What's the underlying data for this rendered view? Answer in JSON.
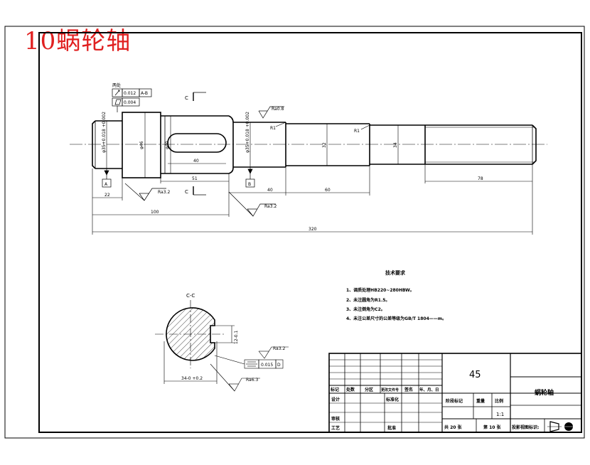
{
  "drawing_title": "10蜗轮轴",
  "tolerance_frames": [
    {
      "symbol": "circular-runout",
      "value": "0.012",
      "datum": "A-B"
    },
    {
      "symbol": "cylindricity",
      "value": "0.004",
      "datum": ""
    }
  ],
  "tolerance_heading": "两处",
  "section_markers": {
    "top": "C",
    "bottom": "C",
    "section_label": "C-C"
  },
  "datums": {
    "a": "A",
    "b": "B"
  },
  "roughness": {
    "r1": "Ra0.8",
    "r2": "Ra3.2",
    "r3": "Ra3.2",
    "r4": "Ra3.2",
    "r5": "Ra6.3"
  },
  "radii": {
    "r1": "R1",
    "r2": "R1"
  },
  "diameters": {
    "d1": "φ35+0.018 +0.002",
    "d2": "φ46",
    "d3": "φ40",
    "d4": "φ35+0.018 +0.002",
    "d5": "32",
    "d6": "34"
  },
  "lengths": {
    "key_len": "40",
    "l22": "22",
    "l51": "51",
    "l40": "40",
    "l60": "60",
    "l78": "78",
    "l100": "100",
    "l320": "320"
  },
  "section": {
    "key_depth": "12-0.1",
    "diameter": "34-0 +0.2",
    "symm_value": "0.015",
    "symm_datum": "D",
    "roughness_a": "Ra3.2",
    "roughness_b": "Ra6.3"
  },
  "tech_req": {
    "heading": "技术要求",
    "items": [
      "1、调质处理HB220~280HBW。",
      "2、未注圆角为R1.5。",
      "3、未注倒角为C2。",
      "4、未注公差尺寸的公差等级为GB/T 1804——m。"
    ]
  },
  "title_block": {
    "material": "45",
    "part_name": "蜗轮轴",
    "row_labels": [
      "标记",
      "处数",
      "分区",
      "更改文件号",
      "签名",
      "年、月、日"
    ],
    "design": "设计",
    "standardize": "标准化",
    "review": "审核",
    "process": "工艺",
    "approve": "批准",
    "stage_mark": "阶段标记",
    "weight": "重量",
    "scale_label": "比例",
    "scale": "1:1",
    "total_sheets": "共 20 张",
    "sheet_no": "第 10 张",
    "projection_label": "投影视图标识:"
  }
}
